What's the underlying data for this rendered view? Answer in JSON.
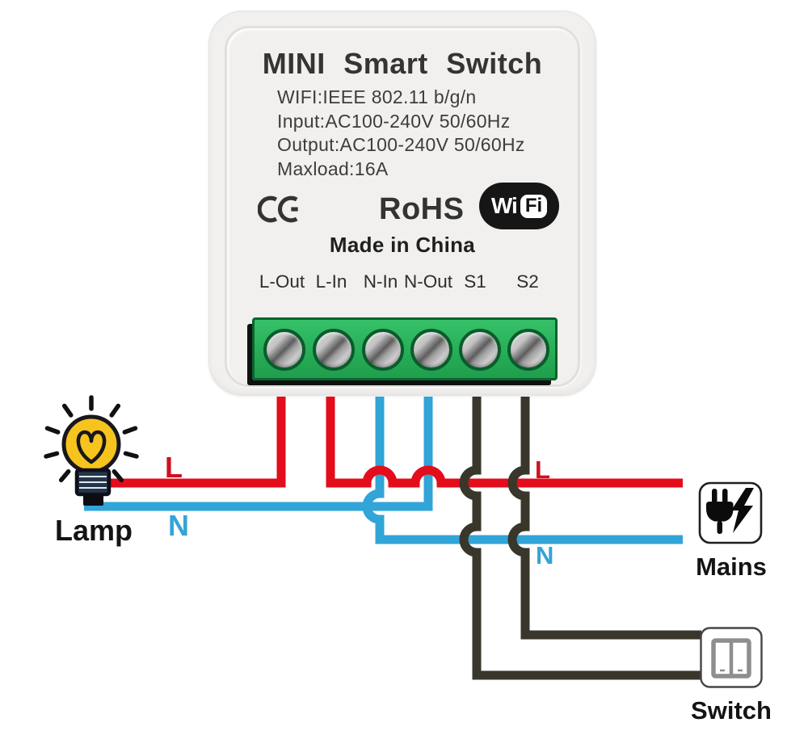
{
  "device": {
    "title": "MINI Smart Switch",
    "specs": [
      "WIFI:IEEE 802.11 b/g/n",
      "Input:AC100-240V 50/60Hz",
      "Output:AC100-240V 50/60Hz",
      "Maxload:16A"
    ],
    "certifications": {
      "ce": "CE",
      "rohs": "RoHS",
      "wifi_wi": "Wi",
      "wifi_fi": "Fi"
    },
    "origin": "Made in China",
    "terminals": [
      "L-Out",
      "L-In",
      "N-In",
      "N-Out",
      "S1",
      "S2"
    ]
  },
  "wiring": {
    "labels": {
      "lamp": "Lamp",
      "mains": "Mains",
      "switch": "Switch",
      "live": "L",
      "neutral": "N"
    },
    "colors": {
      "live": "#e30d1b",
      "neutral": "#31a4d8",
      "switch_wire": "#39362b",
      "live_label": "#cf1021",
      "neutral_label": "#35a3d6",
      "terminal_block_green": "#28ad58"
    }
  }
}
